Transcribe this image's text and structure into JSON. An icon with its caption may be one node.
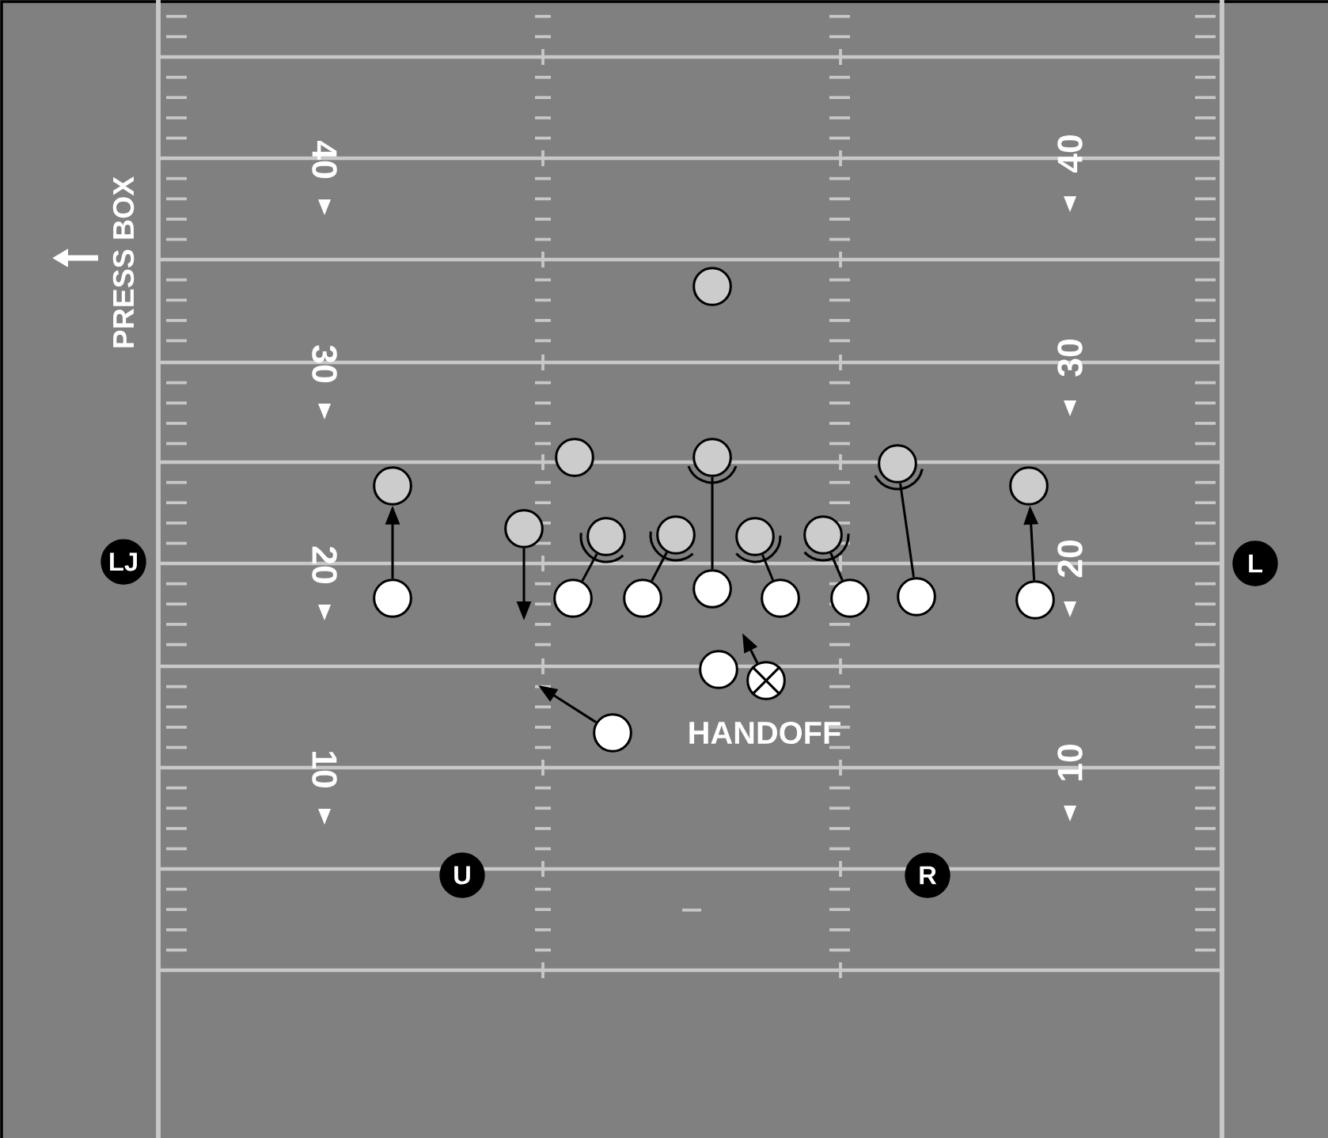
{
  "diagram": {
    "nodes": [
      {
        "text": [],
        "shape": "circle"
      },
      {
        "text": [],
        "shape": "circle"
      },
      {
        "text": [],
        "shape": "circle"
      },
      {
        "text": [],
        "shape": "circle"
      },
      {
        "text": [],
        "shape": "circle"
      },
      {
        "text": [],
        "shape": "circle"
      },
      {
        "text": [],
        "shape": "circle"
      },
      {
        "text": [],
        "shape": "circle"
      },
      {
        "text": [],
        "shape": "circle"
      },
      {
        "text": [],
        "shape": "circle"
      },
      {
        "text": [],
        "shape": "circle"
      },
      {
        "text": [
          "LJ"
        ]
      },
      {
        "text": [
          "L"
        ]
      },
      {
        "text": [],
        "shape": "circle"
      },
      {
        "text": [],
        "shape": "circle"
      },
      {
        "text": [],
        "shape": "circle"
      },
      {
        "text": [],
        "shape": "circle"
      },
      {
        "text": [],
        "shape": "circle"
      },
      {
        "text": [],
        "shape": "circle"
      },
      {
        "text": [],
        "shape": "circle"
      },
      {
        "text": [],
        "shape": "circle"
      },
      {
        "text": [],
        "shape": "circle"
      },
      {
        "text": [],
        "shape": "circle"
      },
      {
        "text": [],
        "shape": "circle"
      },
      {
        "text": [
          "U"
        ]
      },
      {
        "text": [
          "R"
        ]
      }
    ],
    "edges": [
      {
        "from": 13,
        "to": 4,
        "arrow": "to"
      },
      {
        "from": 6,
        "to": null,
        "arrow": "to"
      },
      {
        "from": 23,
        "to": null,
        "arrow": "to"
      },
      {
        "from": 22,
        "to": null,
        "arrow": "to"
      },
      {
        "from": 20,
        "to": 5,
        "arrow": "to"
      },
      {
        "from": 14,
        "to": 7,
        "arrow": "none"
      },
      {
        "from": 15,
        "to": 8,
        "arrow": "none"
      },
      {
        "from": 16,
        "to": 2,
        "arrow": "none"
      },
      {
        "from": 17,
        "to": 9,
        "arrow": "none"
      },
      {
        "from": 18,
        "to": 10,
        "arrow": "none"
      },
      {
        "from": 19,
        "to": 3,
        "arrow": "none"
      }
    ],
    "labels": [
      "40",
      "40",
      "PRESS BOX",
      "30",
      "30",
      "20",
      "20",
      "HANDOFF",
      "10",
      "10"
    ]
  }
}
